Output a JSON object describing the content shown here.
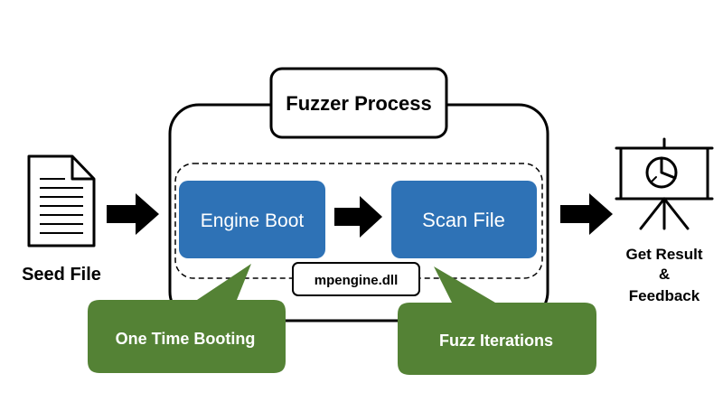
{
  "labels": {
    "seed_file": "Seed File",
    "fuzzer_process": "Fuzzer Process",
    "engine_boot": "Engine Boot",
    "scan_file": "Scan File",
    "dll": "mpengine.dll",
    "get_result_1": "Get Result",
    "get_result_2": "&",
    "get_result_3": "Feedback",
    "one_time_booting": "One Time Booting",
    "fuzz_iterations": "Fuzz Iterations"
  },
  "colors": {
    "blue": "#2e72b6",
    "green": "#548235",
    "black": "#000000",
    "white": "#ffffff"
  },
  "icons": {
    "seed": "document-icon",
    "result": "presentation-board-icon"
  }
}
